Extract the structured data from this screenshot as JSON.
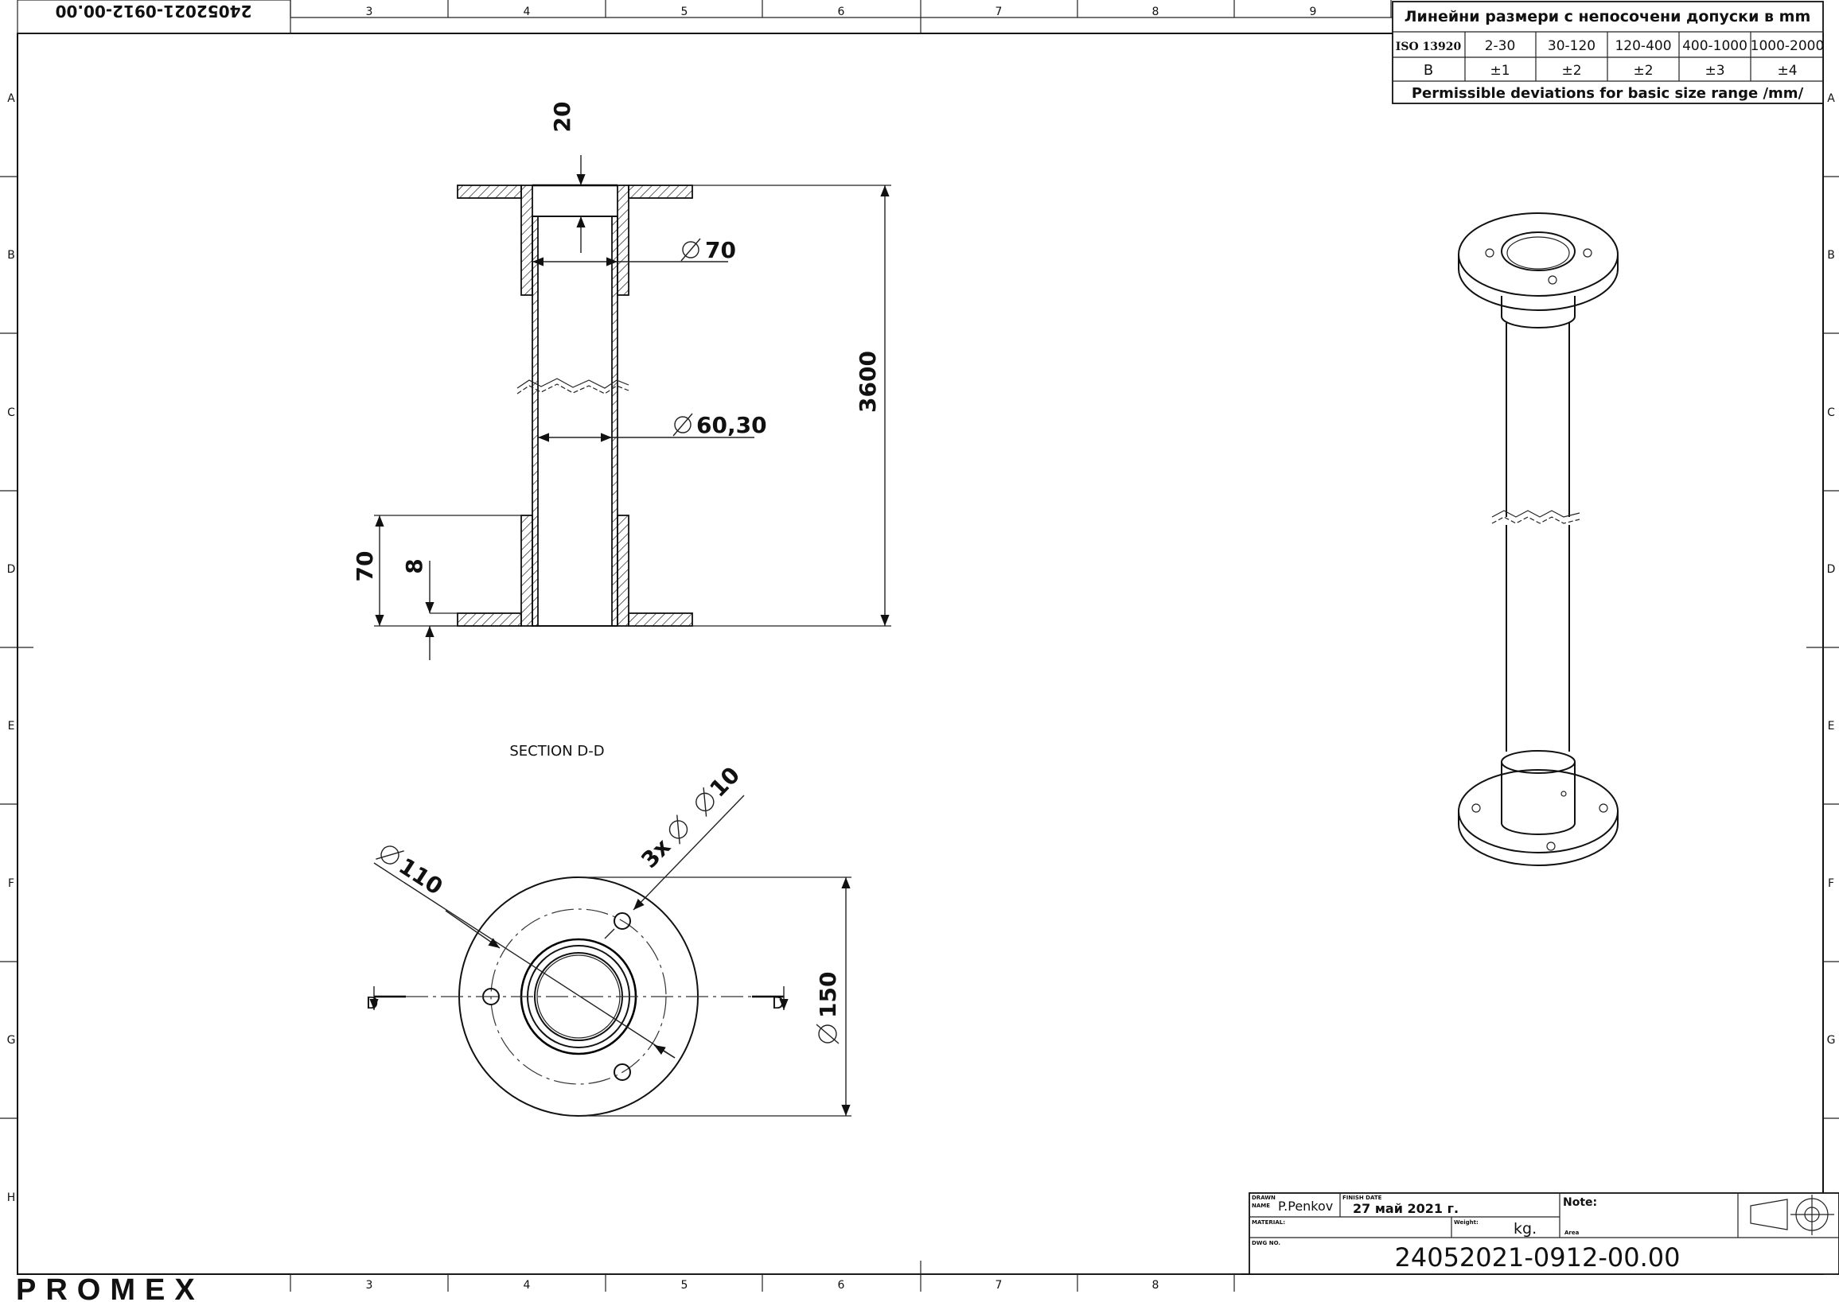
{
  "sheet": {
    "top_code": "24052021-0912-00.00",
    "col_labels_top": [
      "3",
      "4",
      "5",
      "6",
      "7",
      "8",
      "9"
    ],
    "col_labels_bottom": [
      "3",
      "4",
      "5",
      "6",
      "7",
      "8"
    ],
    "row_labels": [
      "A",
      "B",
      "C",
      "D",
      "E",
      "F",
      "G",
      "H"
    ]
  },
  "tolerance_table": {
    "title": "Линейни размери с непосочени допуски в mm",
    "standard": "ISO 13920",
    "class": "B",
    "ranges": [
      "2-30",
      "30-120",
      "120-400",
      "400-1000",
      "1000-2000"
    ],
    "values": [
      "±1",
      "±2",
      "±2",
      "±3",
      "±4"
    ],
    "footer": "Permissible deviations for basic size range /mm/"
  },
  "section_view": {
    "dim_top_flange": "20",
    "dim_pipe_dia": "70",
    "dim_inner_dia": "60,30",
    "dim_length": "3600",
    "dim_sleeve": "70",
    "dim_flange_thickness": "8",
    "label": "SECTION D-D"
  },
  "plan_view": {
    "dim_bolt_circle": "110",
    "dim_holes": "3x",
    "dim_hole_dia": "10",
    "dim_outer": "150",
    "section_mark": "D"
  },
  "title_block": {
    "drawn_label": "DRAWN",
    "name_label": "NAME",
    "drawn_name": "P.Penkov",
    "finish_date_label": "FINISH DATE",
    "finish_date": "27 май 2021 г.",
    "note_label": "Note:",
    "material_label": "MATERIAL:",
    "weight_label": "Weight:",
    "weight_unit": "kg.",
    "area_label": "Area",
    "dwg_no_label": "DWG NO.",
    "dwg_no": "24052021-0912-00.00"
  },
  "brand": {
    "logo": "PROMEX"
  }
}
